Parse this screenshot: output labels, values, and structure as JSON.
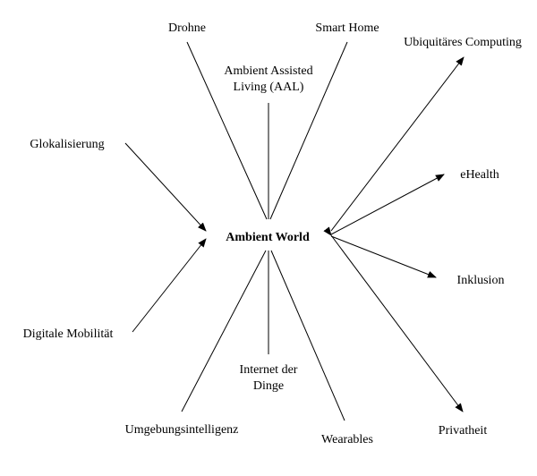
{
  "center": {
    "label": "Ambient World"
  },
  "nodes": {
    "drohne": "Drohne",
    "smart_home": "Smart Home",
    "aal": {
      "line1": "Ambient Assisted",
      "line2": "Living (AAL)"
    },
    "ubiquitaeres_computing": "Ubiquitäres Computing",
    "glokalisierung": "Glokalisierung",
    "ehealth": "eHealth",
    "inklusion": "Inklusion",
    "digitale_mobilitaet": "Digitale Mobilität",
    "internet_der_dinge": {
      "line1": "Internet der",
      "line2": "Dinge"
    },
    "umgebungsintelligenz": "Umgebungsintelligenz",
    "wearables": "Wearables",
    "privatheit": "Privatheit"
  },
  "colors": {
    "ink": "#000000",
    "background": "#ffffff"
  }
}
